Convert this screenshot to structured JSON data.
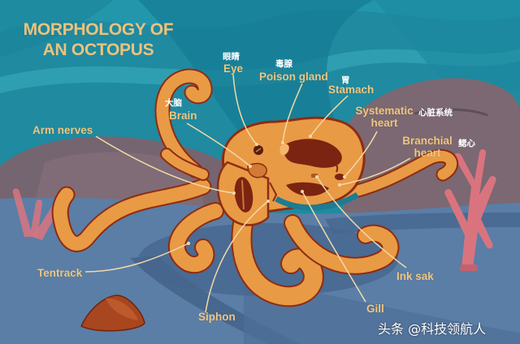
{
  "title": {
    "line1": "MORPHOLOGY OF",
    "line2": "AN OCTOPUS"
  },
  "labels": {
    "eye": {
      "en": "Eye",
      "zh": "眼睛"
    },
    "poison_gland": {
      "en": "Poison gland",
      "zh": "毒腺"
    },
    "stomach": {
      "en": "Stamach",
      "zh": "胃"
    },
    "brain": {
      "en": "Brain",
      "zh": "大脑"
    },
    "systematic_heart": {
      "en_line1": "Systematic",
      "en_line2": "heart",
      "zh": "心脏系统"
    },
    "branchial_heart": {
      "en_line1": "Branchial",
      "en_line2": "heart",
      "zh": "鳃心"
    },
    "arm_nerves": {
      "en": "Arm nerves"
    },
    "tentrack": {
      "en": "Tentrack"
    },
    "siphon": {
      "en": "Siphon"
    },
    "ink_sak": {
      "en": "Ink sak"
    },
    "gill": {
      "en": "Gill"
    }
  },
  "watermark": "头条 @科技领航人",
  "colors": {
    "water_top": "#1f8aa0",
    "water_band": "#2ea3b4",
    "water_dark": "#137390",
    "rock": "#7a6670",
    "seafloor": "#5a7ea6",
    "seafloor_shadow": "#46678e",
    "octopus_body": "#e99a45",
    "octopus_outline": "#8e2c12",
    "organ_dark": "#7c2412",
    "coral": "#d9747f",
    "label_text": "#f0c680",
    "leader_line": "#f3d9a8"
  }
}
